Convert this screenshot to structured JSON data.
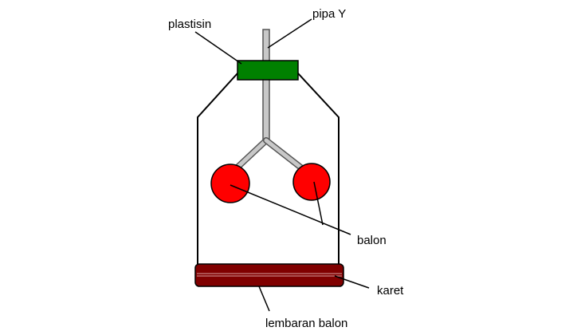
{
  "labels": {
    "plastisin": "plastisin",
    "pipa_y": "pipa Y",
    "balon": "balon",
    "karet": "karet",
    "lembaran_balon": "lembaran balon"
  },
  "colors": {
    "plastisin": "#008000",
    "balloon": "#ff0000",
    "rubber_sheet": "#800000",
    "outline": "#000000",
    "pipe": "#c0c0c0"
  }
}
